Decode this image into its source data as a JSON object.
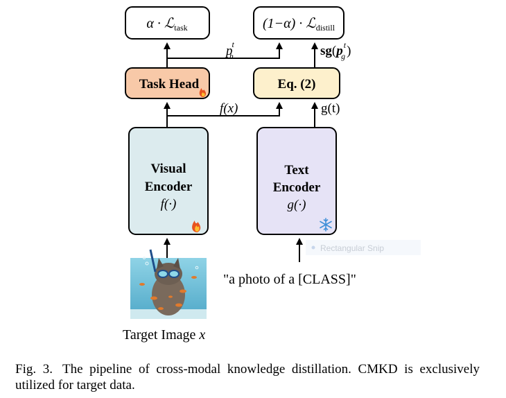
{
  "top_left_box": {
    "prefix": "α · ℒ",
    "sub": "task"
  },
  "top_right_box": {
    "prefix": "(1−α) · ℒ",
    "sub": "distill"
  },
  "task_head": {
    "label": "Task Head",
    "icon": "fire-icon"
  },
  "eq_box": {
    "label": "Eq. (2)"
  },
  "visual_encoder": {
    "line1": "Visual",
    "line2": "Encoder",
    "func": "f(·)",
    "icon": "fire-icon"
  },
  "text_encoder": {
    "line1": "Text",
    "line2": "Encoder",
    "func": "g(·)",
    "icon": "snowflake-icon"
  },
  "labels": {
    "p_h_base": "p",
    "p_h_sup": "t",
    "p_h_sub": "h",
    "sg_prefix": "sg",
    "sg_p": "p",
    "sg_sup": "t",
    "sg_sub": "g",
    "f_x": "f(x)",
    "g_t": "g(t)"
  },
  "snip_overlay": {
    "text": "Rectangular Snip"
  },
  "prompt_text": "\"a photo of a [CLASS]\"",
  "target_label": {
    "text": "Target Image ",
    "var": "x"
  },
  "caption": {
    "fig": "Fig. 3.",
    "text": "The pipeline of cross-modal knowledge distillation. CMKD is exclusively utilized for target data."
  },
  "colors": {
    "task_head_fill": "#f8c9a8",
    "eq_fill": "#fdf0cc",
    "visual_fill": "#dcebee",
    "text_fill": "#e6e3f6",
    "fire": "#e8531f",
    "snow": "#3f8fd8",
    "water": "#7cc6dd"
  }
}
